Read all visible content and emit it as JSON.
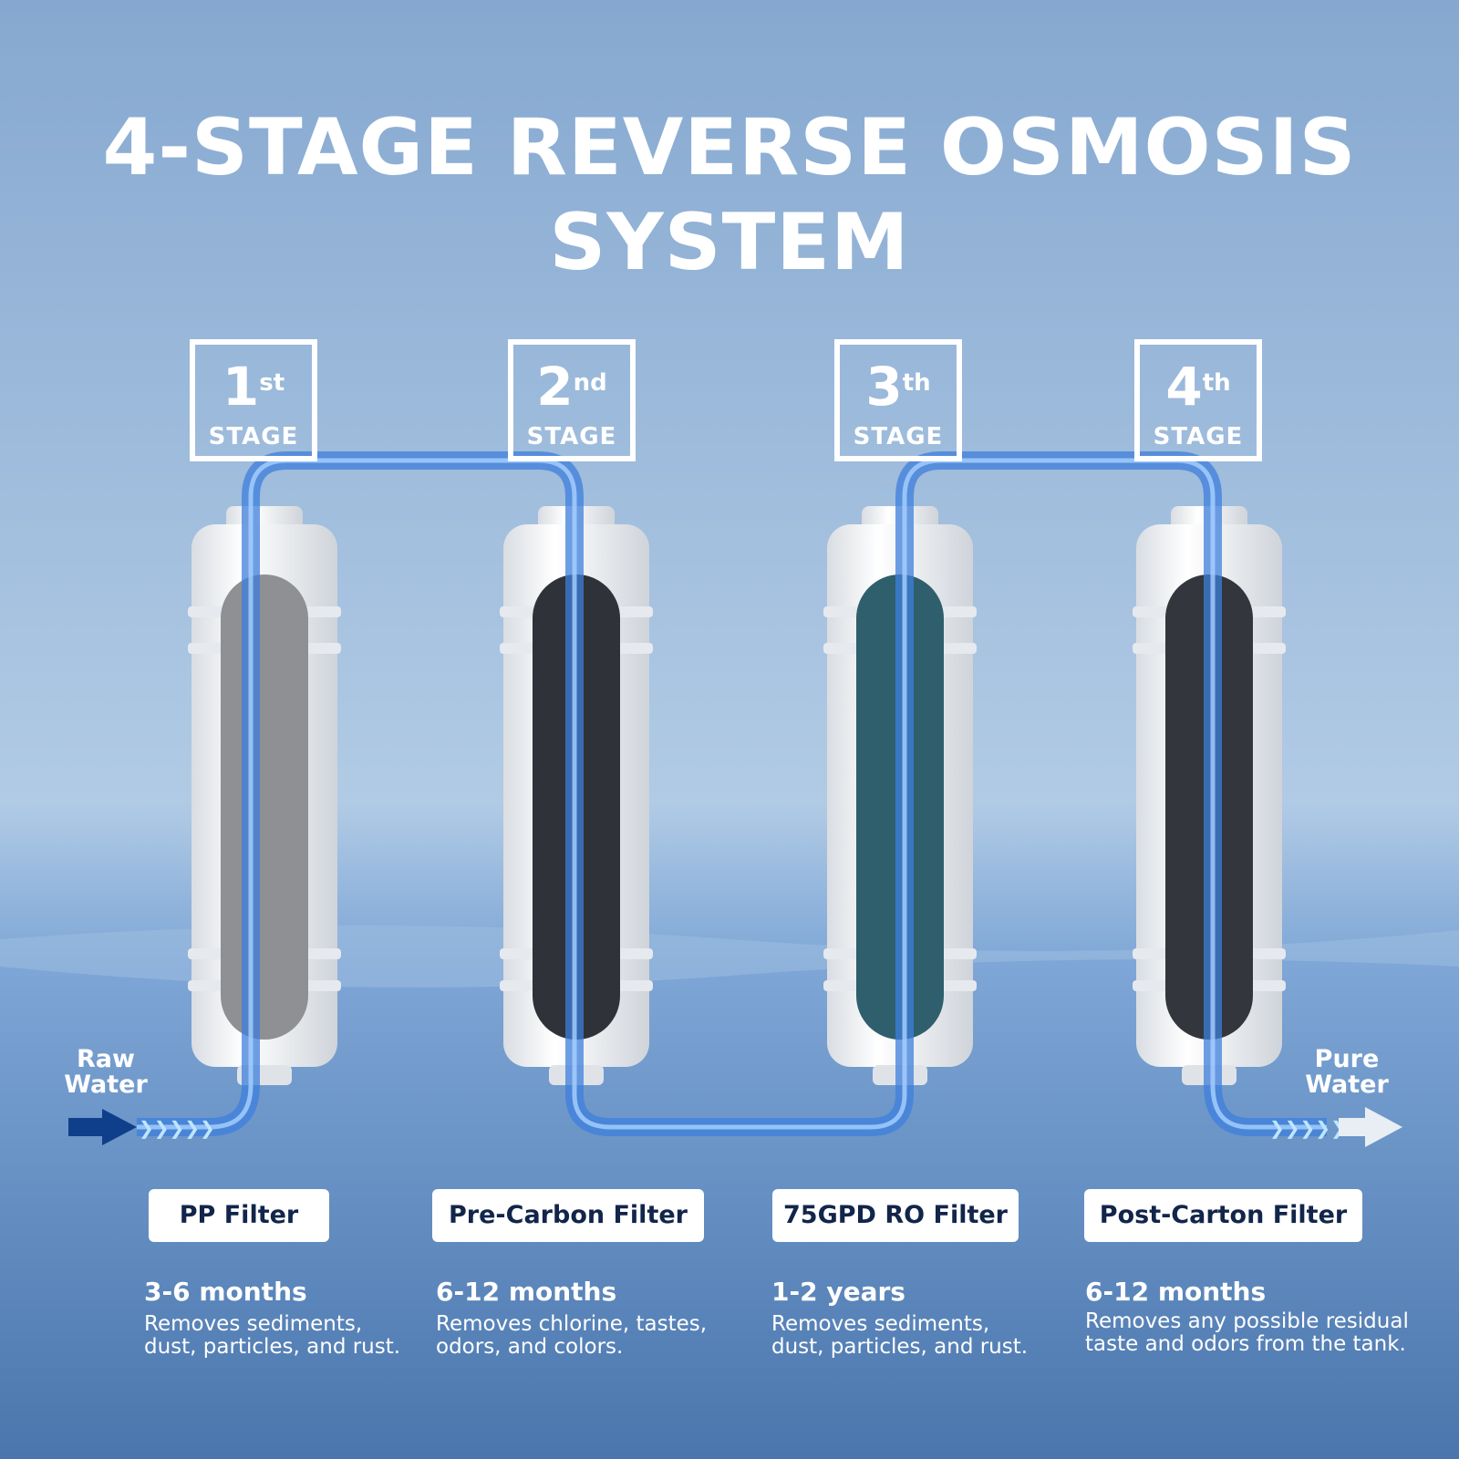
{
  "title": {
    "line1": "4-STAGE REVERSE OSMOSIS",
    "line2": "SYSTEM"
  },
  "flow": {
    "inlet": [
      "Raw",
      "Water"
    ],
    "outlet": [
      "Pure",
      "Water"
    ]
  },
  "stages": [
    {
      "num": "1",
      "suffix": "st",
      "word": "STAGE",
      "filter": "PP Filter",
      "duration": "3-6 months",
      "desc": [
        "Removes  sediments,",
        "dust, particles, and rust."
      ],
      "media_color": "#8f9093"
    },
    {
      "num": "2",
      "suffix": "nd",
      "word": "STAGE",
      "filter": "Pre-Carbon Filter",
      "duration": "6-12 months",
      "desc": [
        "Removes chlorine, tastes,",
        "odors, and colors."
      ],
      "media_color": "#2f3238"
    },
    {
      "num": "3",
      "suffix": "th",
      "word": "STAGE",
      "filter": "75GPD  RO Filter",
      "duration": "1-2 years",
      "desc": [
        "Removes  sediments,",
        "dust, particles, and rust."
      ],
      "media_color": "#2f5f6c"
    },
    {
      "num": "4",
      "suffix": "th",
      "word": "STAGE",
      "filter": "Post-Carton Filter",
      "duration": "6-12 months",
      "desc": [
        "Removes any possible residual",
        "taste and odors from the tank."
      ],
      "media_color": "#33373d"
    }
  ],
  "colors": {
    "background_top": "#86a8d0",
    "background_mid": "#b1cbe5",
    "background_bottom": "#4a76ad",
    "tube": "#3d7fdc",
    "inlet_arrow": "#0f3f8a",
    "outlet_arrow": "#e9eef5"
  }
}
